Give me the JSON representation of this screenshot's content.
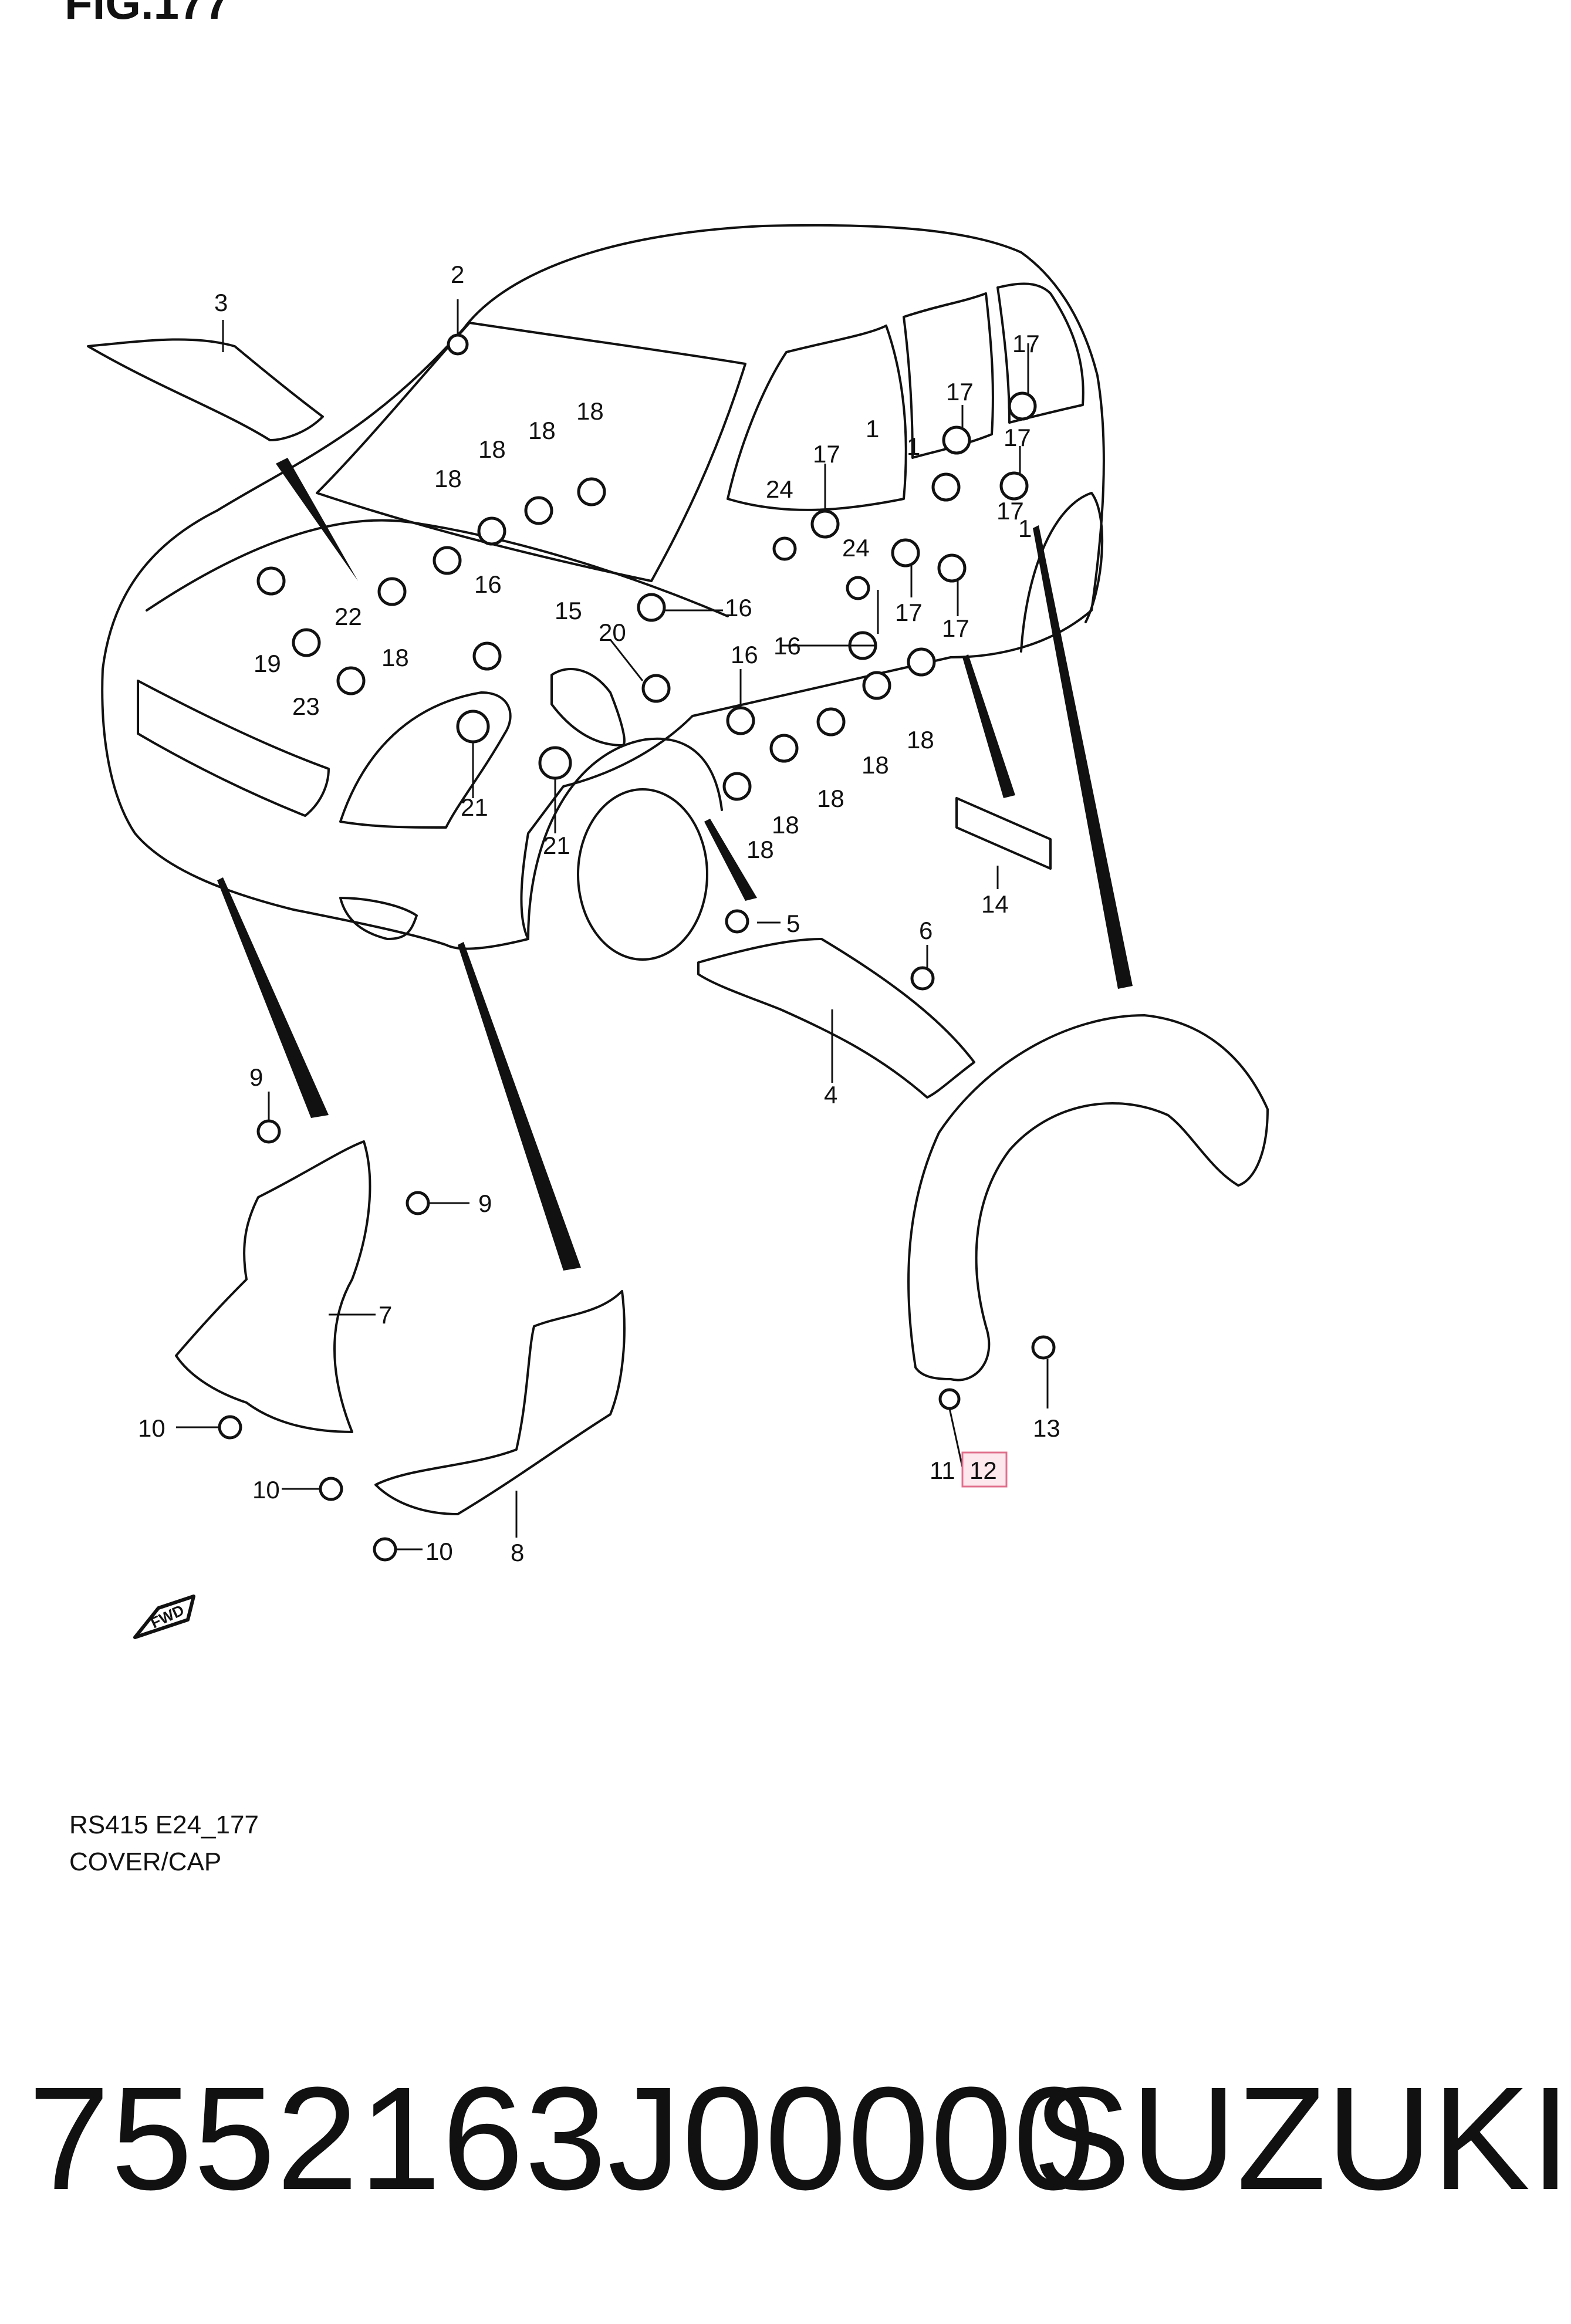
{
  "diagram": {
    "figure_title": "FIG.177",
    "labels": {
      "p1a": "1",
      "p1b": "1",
      "p1c": "1",
      "p2": "2",
      "p3": "3",
      "p4": "4",
      "p5": "5",
      "p6": "6",
      "p7": "7",
      "p8": "8",
      "p9a": "9",
      "p9b": "9",
      "p10a": "10",
      "p10b": "10",
      "p10c": "10",
      "p11": "11",
      "p12": "12",
      "p13": "13",
      "p14": "14",
      "p15": "15",
      "p16a": "16",
      "p16b": "16",
      "p16c": "16",
      "p16d": "16",
      "p17a": "17",
      "p17b": "17",
      "p17c": "17",
      "p17d": "17",
      "p17e": "17",
      "p17f": "17",
      "p17g": "17",
      "p18a": "18",
      "p18b": "18",
      "p18c": "18",
      "p18d": "18",
      "p18e": "18",
      "p18f": "18",
      "p18g": "18",
      "p18h": "18",
      "p18i": "18",
      "p18j": "18",
      "p19": "19",
      "p20": "20",
      "p21a": "21",
      "p21b": "21",
      "p22": "22",
      "p23": "23",
      "p24a": "24",
      "p24b": "24",
      "fwd": "FWD"
    },
    "highlighted_part": "12",
    "caption_code": "RS415 E24_177",
    "caption_name": "COVER/CAP"
  },
  "footer": {
    "part_number": "7552163J00000",
    "brand": "SUZUKI"
  }
}
